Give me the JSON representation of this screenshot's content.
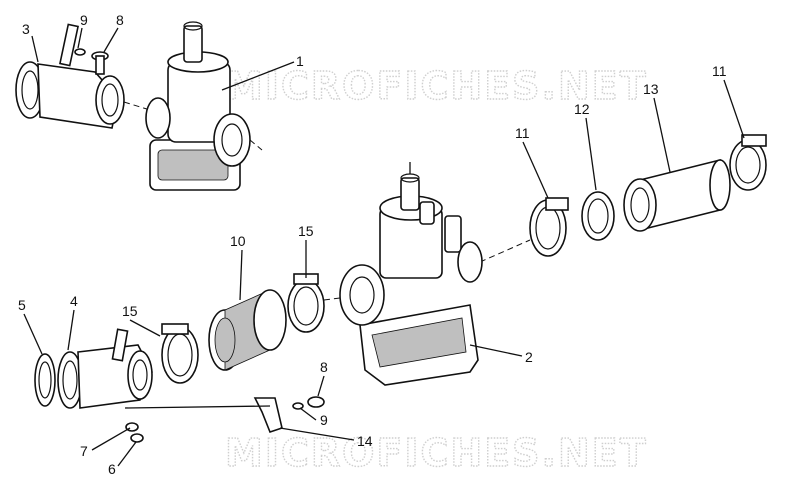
{
  "watermark": "MICROFICHES.NET",
  "callouts": [
    "1",
    "2",
    "3",
    "4",
    "5",
    "6",
    "7",
    "8",
    "9",
    "8",
    "9",
    "10",
    "11",
    "11",
    "12",
    "13",
    "14",
    "15",
    "15"
  ]
}
